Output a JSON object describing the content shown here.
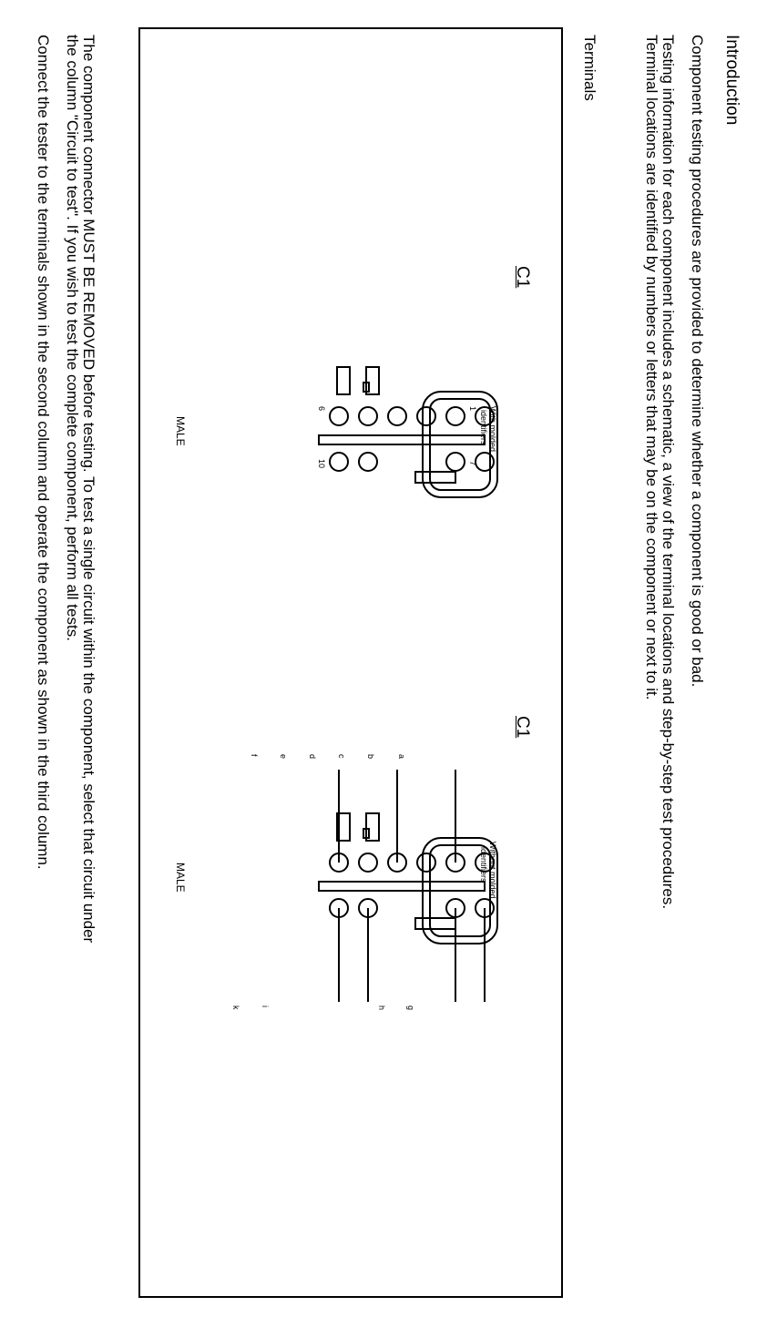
{
  "intro": {
    "heading": "Introduction",
    "line1": "Component testing procedures are provided to determine whether a component is good or bad.",
    "line2": "Testing information for each component includes a schematic, a view of the terminal locations and step-by-step test procedures.",
    "line3": "Terminal locations are identified by numbers or letters that may be on the component or next to it."
  },
  "terminals": {
    "heading": "Terminals",
    "left_connector": {
      "name": "C1",
      "caption_line1": "With molded",
      "caption_line2": "identifiers",
      "gender": "MALE",
      "labels": [
        "1",
        "6",
        "7",
        "10"
      ]
    },
    "right_connector": {
      "name": "C1",
      "caption_line1": "Without molded",
      "caption_line2": "identifiers",
      "gender": "MALE",
      "top_labels": [
        "a",
        "b",
        "c",
        "d",
        "e",
        "f"
      ],
      "bottom_labels": [
        "g",
        "h",
        "i",
        "k"
      ]
    }
  },
  "footer": {
    "line1": "The component connector MUST BE REMOVED before testing.  To test a single circuit within the component, select that circuit under",
    "line2": "the column \"Circuit to test\".  If you wish to test the complete component, perform all tests.",
    "line3": "Connect the tester to the terminals shown in the second column and operate the component as shown in the third column."
  }
}
